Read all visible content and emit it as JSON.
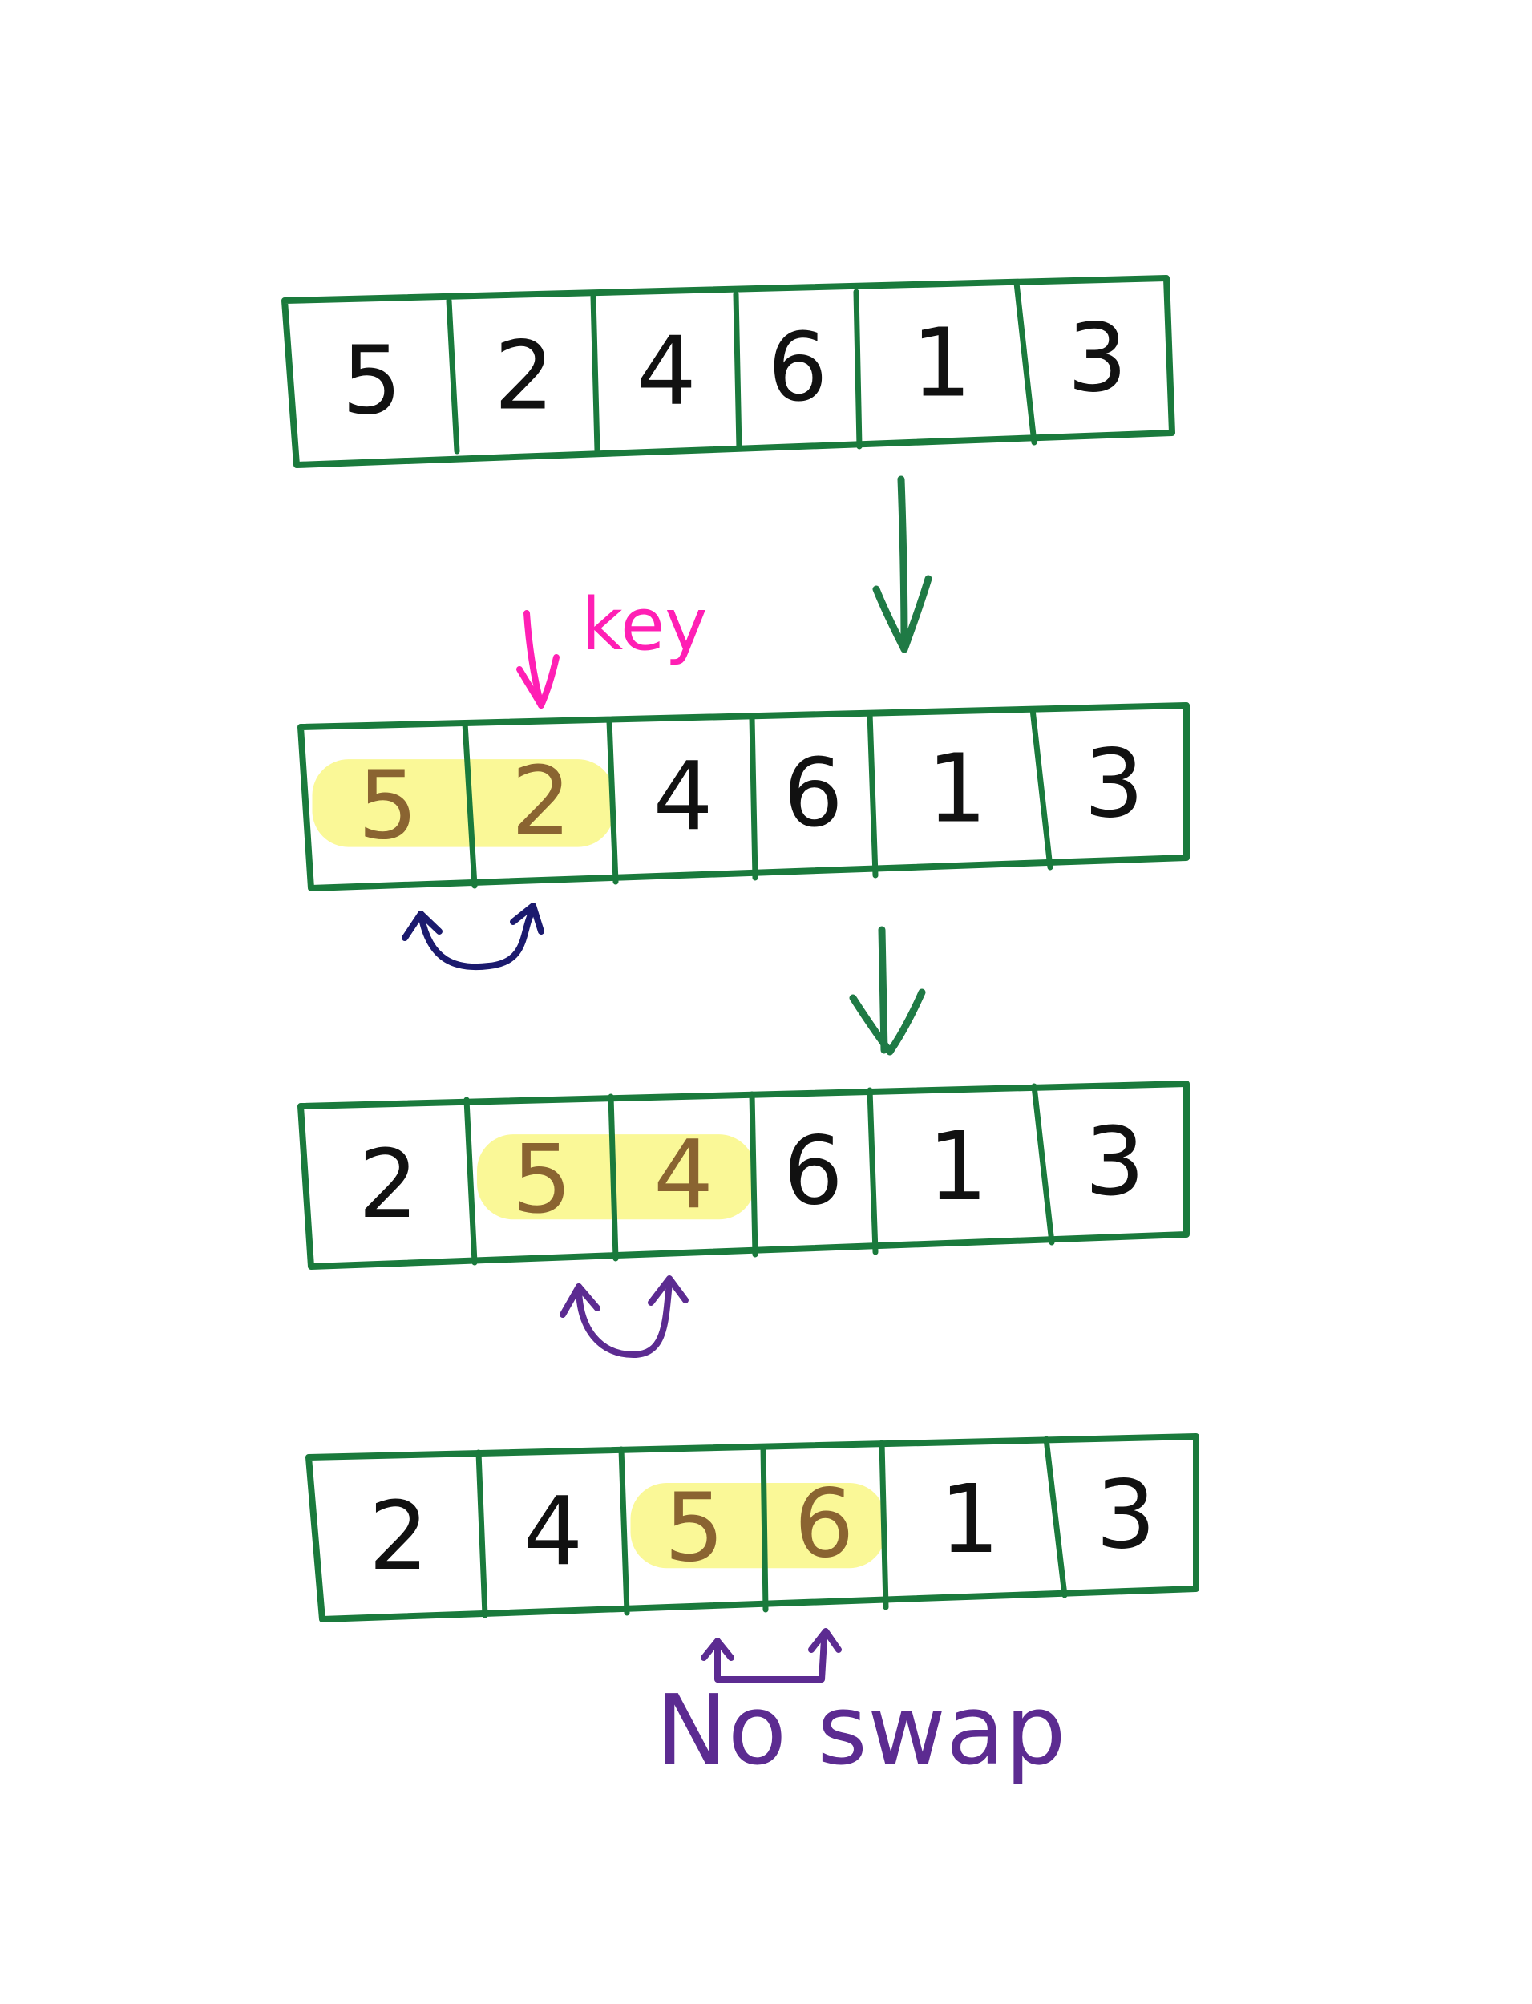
{
  "diagram": {
    "arrays": [
      {
        "cells": [
          "5",
          "2",
          "4",
          "6",
          "1",
          "3"
        ],
        "highlight": []
      },
      {
        "cells": [
          "5",
          "2",
          "4",
          "6",
          "1",
          "3"
        ],
        "highlight": [
          0,
          1
        ]
      },
      {
        "cells": [
          "2",
          "5",
          "4",
          "6",
          "1",
          "3"
        ],
        "highlight": [
          1,
          2
        ]
      },
      {
        "cells": [
          "2",
          "4",
          "5",
          "6",
          "1",
          "3"
        ],
        "highlight": [
          2,
          3
        ]
      }
    ],
    "key_label": "key",
    "no_swap_label": "No swap"
  },
  "colors": {
    "box_border": "#1a7a3c",
    "step_arrow": "#1f7a45",
    "key": "#ff1fb4",
    "highlight": "#faf78c",
    "highlight_text": "#8a6431",
    "digit": "#111111",
    "swap_arrow_1": "#1b1a6e",
    "swap_arrow_2": "#5c2b91",
    "no_swap": "#5c2b91"
  }
}
